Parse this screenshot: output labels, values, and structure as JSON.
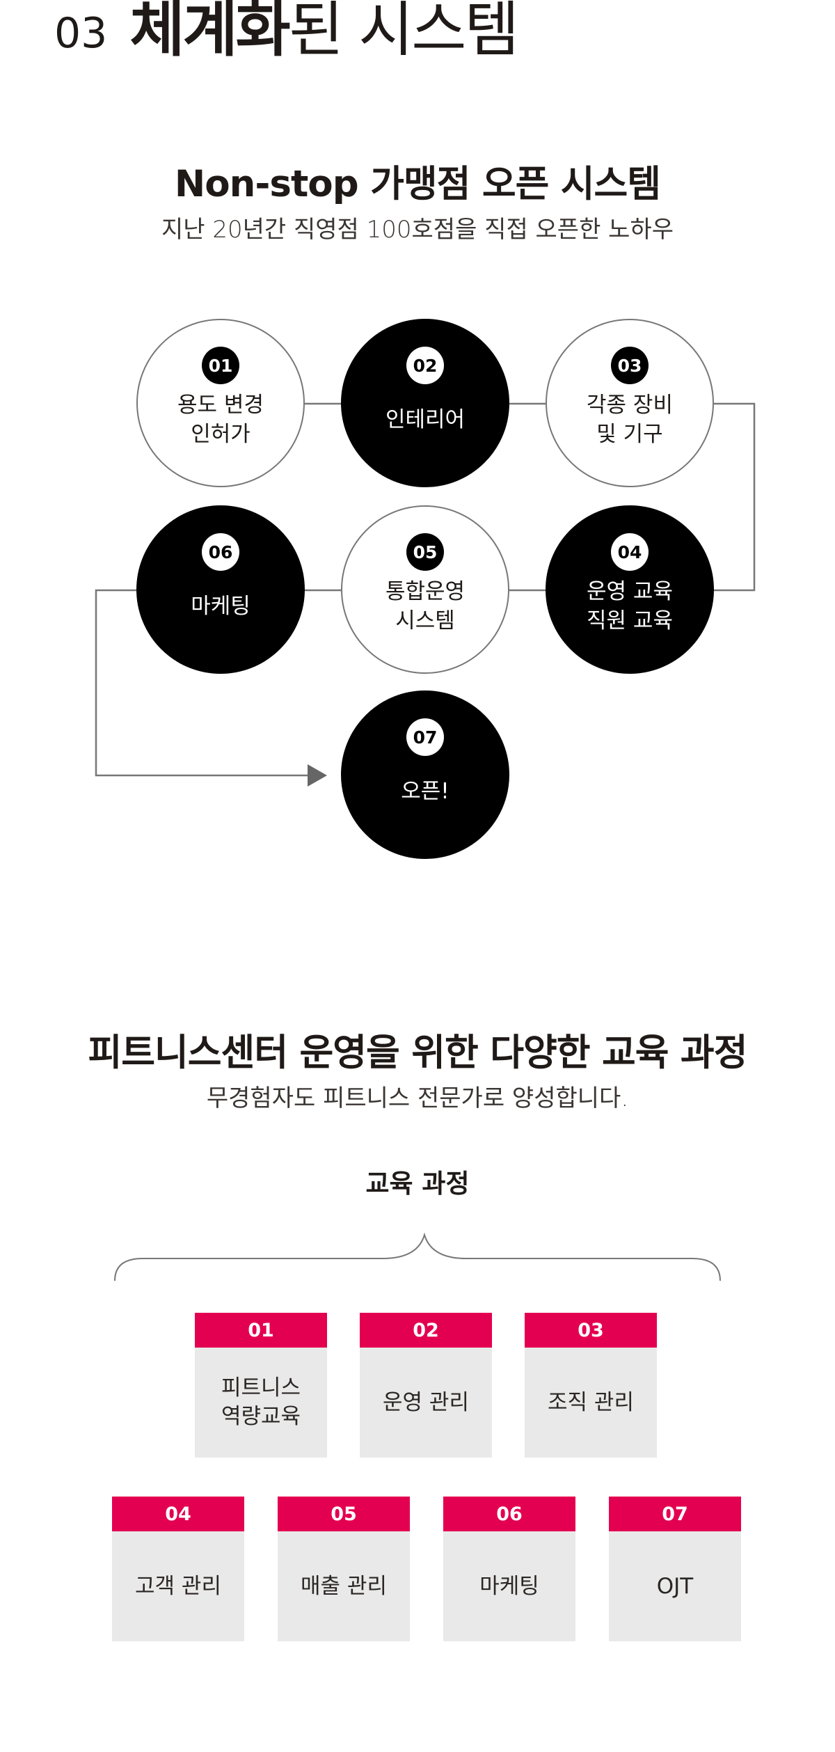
{
  "header": {
    "number": "03",
    "title_bold": "체계화",
    "title_light": "된 시스템"
  },
  "section1": {
    "title": "Non-stop 가맹점 오픈 시스템",
    "subtitle": "지난 20년간 직영점 100호점을 직접 오픈한 노하우",
    "steps": [
      {
        "num": "01",
        "lines": [
          "용도 변경",
          "인허가"
        ],
        "style": "white"
      },
      {
        "num": "02",
        "lines": [
          "인테리어"
        ],
        "style": "black"
      },
      {
        "num": "03",
        "lines": [
          "각종 장비",
          "및 기구"
        ],
        "style": "white"
      },
      {
        "num": "04",
        "lines": [
          "운영 교육",
          "직원 교육"
        ],
        "style": "black"
      },
      {
        "num": "05",
        "lines": [
          "통합운영",
          "시스템"
        ],
        "style": "white"
      },
      {
        "num": "06",
        "lines": [
          "마케팅"
        ],
        "style": "black"
      },
      {
        "num": "07",
        "lines": [
          "오픈!"
        ],
        "style": "black"
      }
    ]
  },
  "section2": {
    "title": "피트니스센터 운영을 위한 다양한 교육 과정",
    "subtitle": "무경험자도 피트니스 전문가로 양성합니다.",
    "curriculum_label": "교육 과정",
    "courses": [
      {
        "num": "01",
        "lines": [
          "피트니스",
          "역량교육"
        ]
      },
      {
        "num": "02",
        "lines": [
          "운영 관리"
        ]
      },
      {
        "num": "03",
        "lines": [
          "조직 관리"
        ]
      },
      {
        "num": "04",
        "lines": [
          "고객 관리"
        ]
      },
      {
        "num": "05",
        "lines": [
          "매출 관리"
        ]
      },
      {
        "num": "06",
        "lines": [
          "마케팅"
        ]
      },
      {
        "num": "07",
        "lines": [
          "OJT"
        ]
      }
    ]
  },
  "colors": {
    "accent": "#e40050",
    "box_bg": "#e9e9e9",
    "line": "#777777",
    "text": "#1f1a17"
  }
}
